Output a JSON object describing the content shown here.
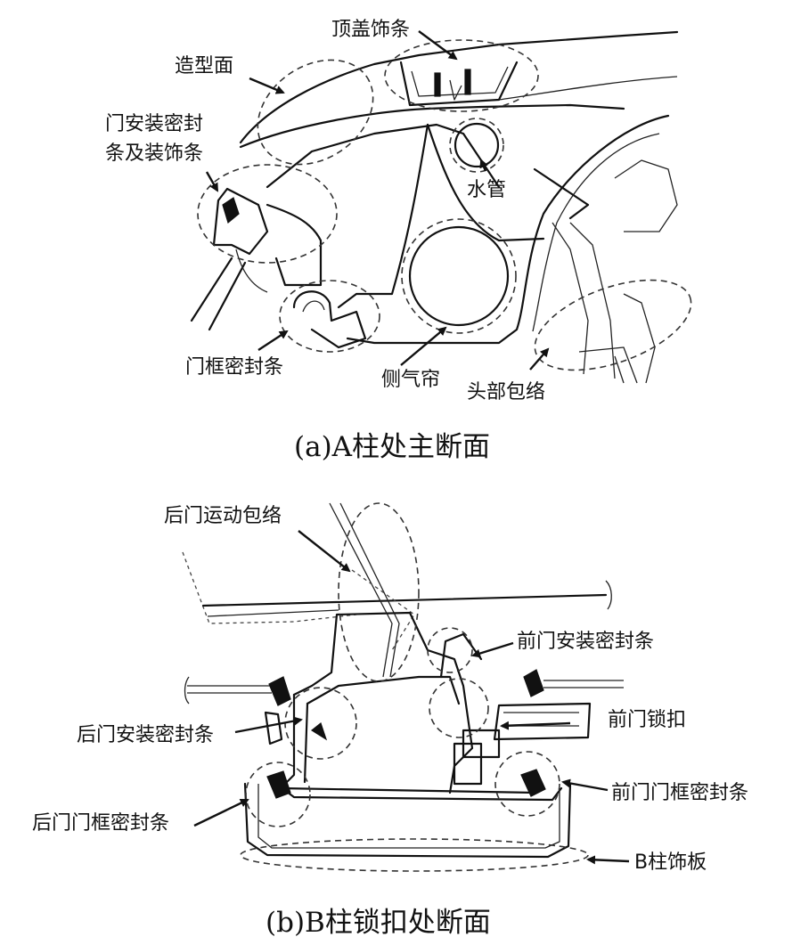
{
  "panel_a": {
    "caption": "(a)A柱处主断面",
    "labels": {
      "roof_trim": "顶盖饰条",
      "styling_surface": "造型面",
      "door_seal_line1": "门安装密封",
      "door_seal_line2": "条及装饰条",
      "water_pipe": "水管",
      "door_frame_seal": "门框密封条",
      "side_curtain": "侧气帘",
      "head_envelope": "头部包络"
    }
  },
  "panel_b": {
    "caption": "(b)B柱锁扣处断面",
    "labels": {
      "rear_door_motion": "后门运动包络",
      "front_door_seal": "前门安装密封条",
      "front_door_lock": "前门锁扣",
      "rear_door_seal": "后门安装密封条",
      "front_frame_seal": "前门门框密封条",
      "rear_frame_seal": "后门门框密封条",
      "b_pillar_trim": "B柱饰板"
    }
  }
}
